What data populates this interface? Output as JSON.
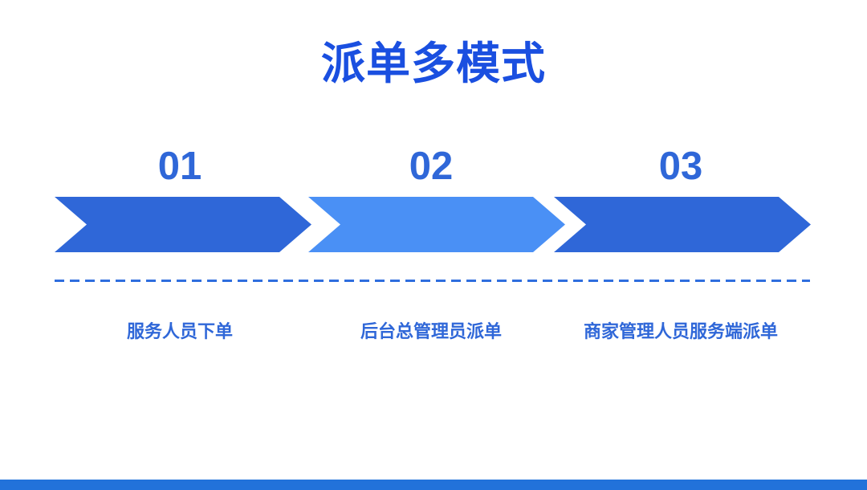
{
  "slide": {
    "title": "派单多模式",
    "background_color": "#ffffff",
    "accent_color": "#2f67d8",
    "title_color": "#1a4fe0",
    "highlight_color": "#4a90f5",
    "bottom_bar_color": "#2272da"
  },
  "steps": [
    {
      "number": "01",
      "caption": "服务人员下单",
      "arrow_color": "#2f67d8"
    },
    {
      "number": "02",
      "caption": "后台总管理员派单",
      "arrow_color": "#4a90f5"
    },
    {
      "number": "03",
      "caption": "商家管理人员服务端派单",
      "arrow_color": "#2f67d8"
    }
  ]
}
